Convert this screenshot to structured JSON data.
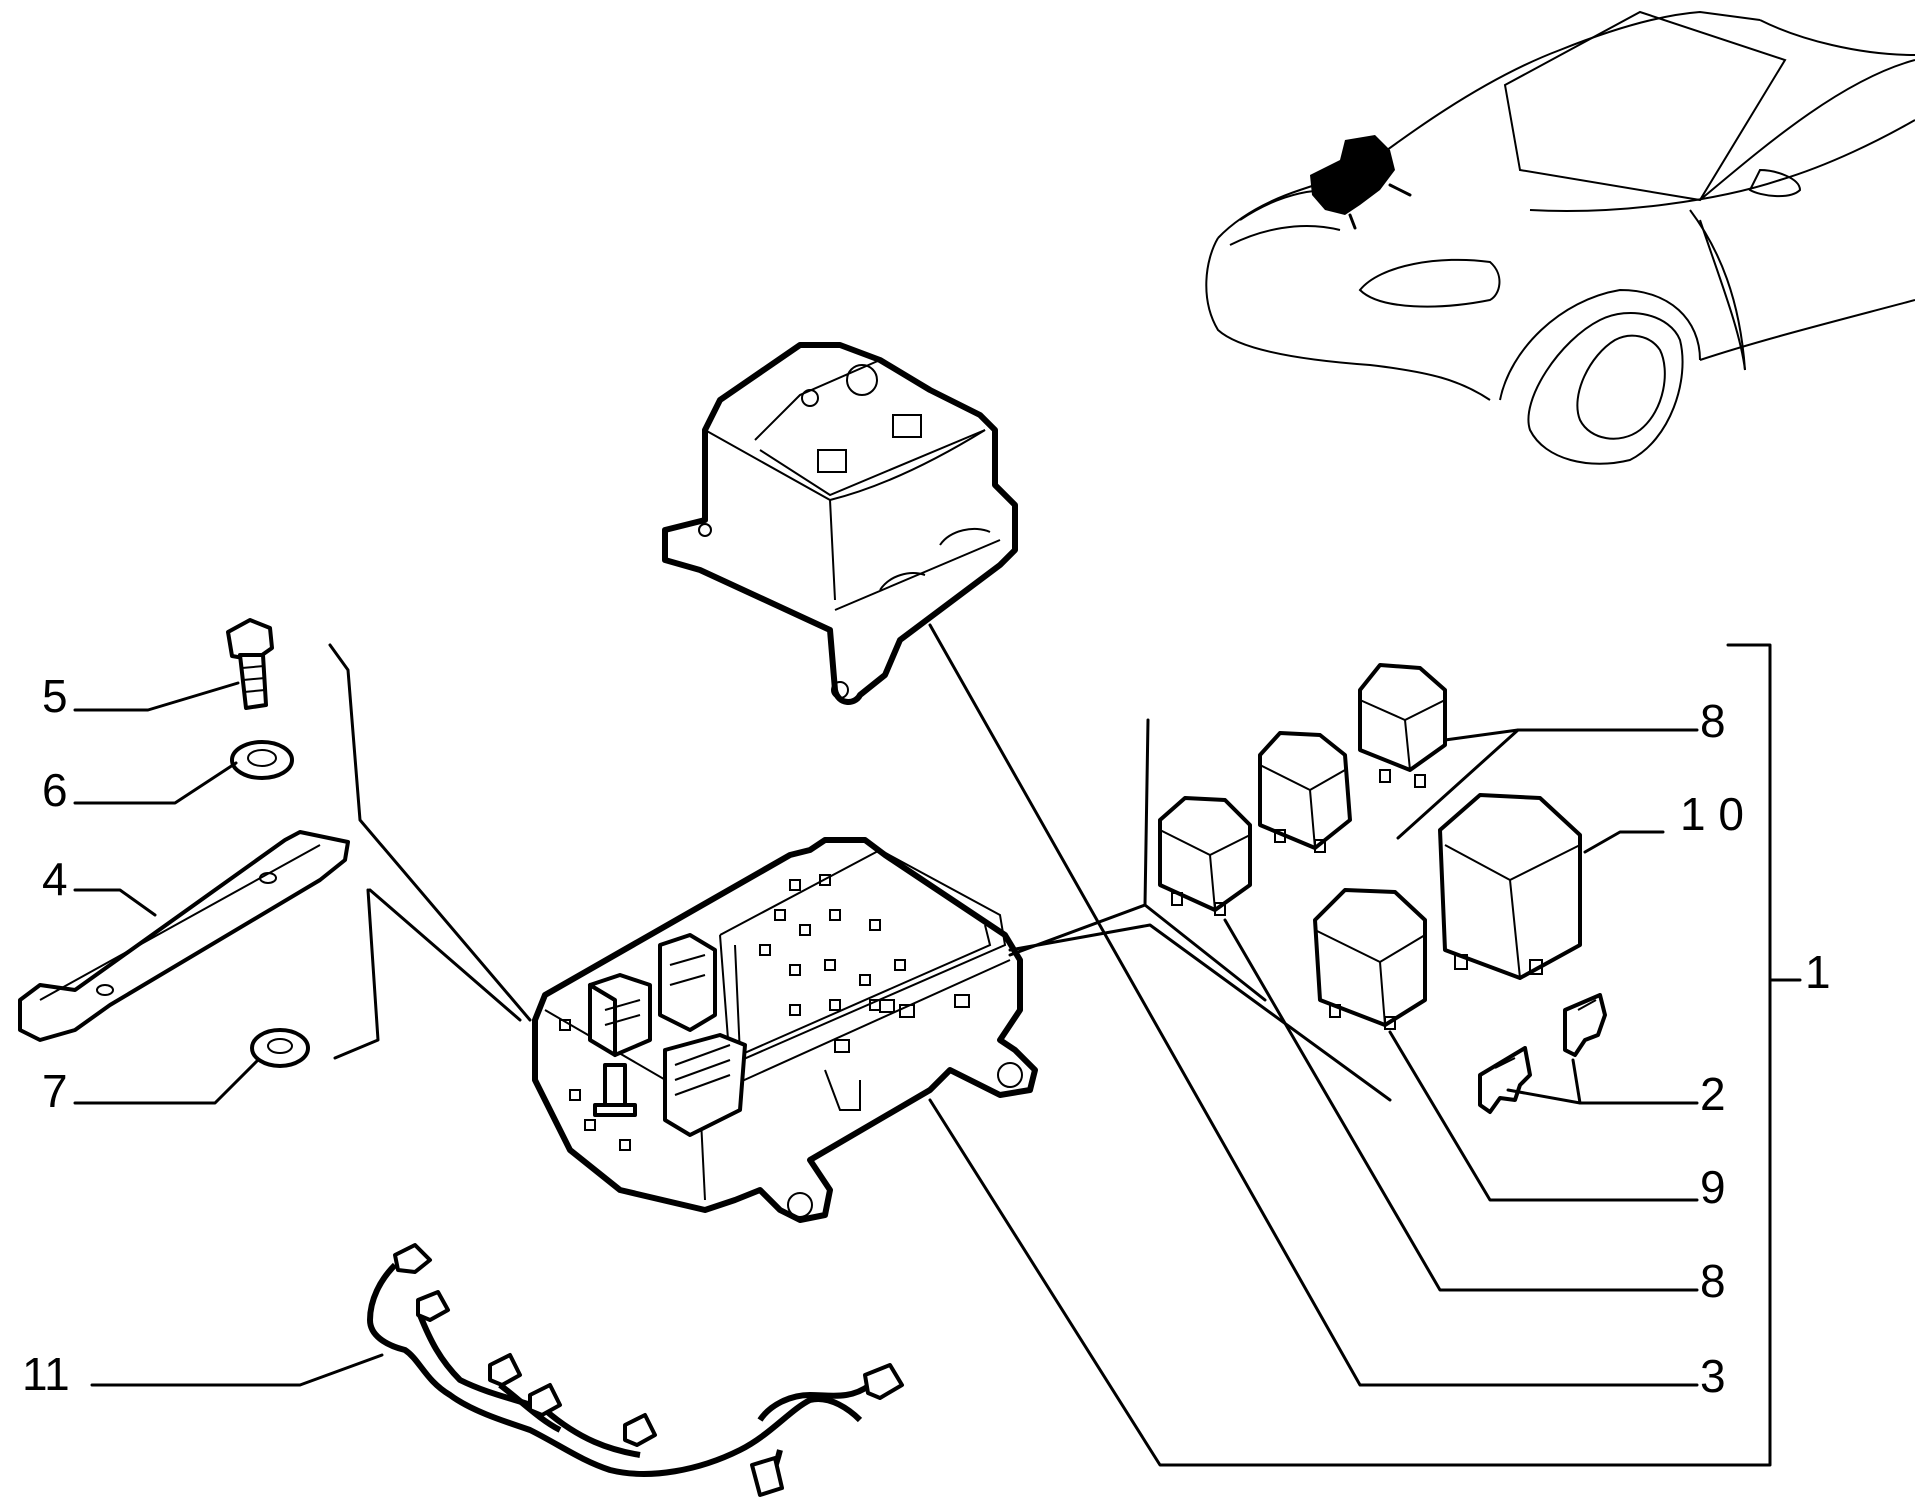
{
  "callouts": {
    "c1": "1",
    "c2": "2",
    "c3": "3",
    "c4": "4",
    "c5": "5",
    "c6": "6",
    "c7": "7",
    "c8_top": "8",
    "c8_bottom": "8",
    "c9": "9",
    "c10": "1 0",
    "c11": "11"
  },
  "colors": {
    "line": "#000000",
    "background": "#ffffff"
  }
}
